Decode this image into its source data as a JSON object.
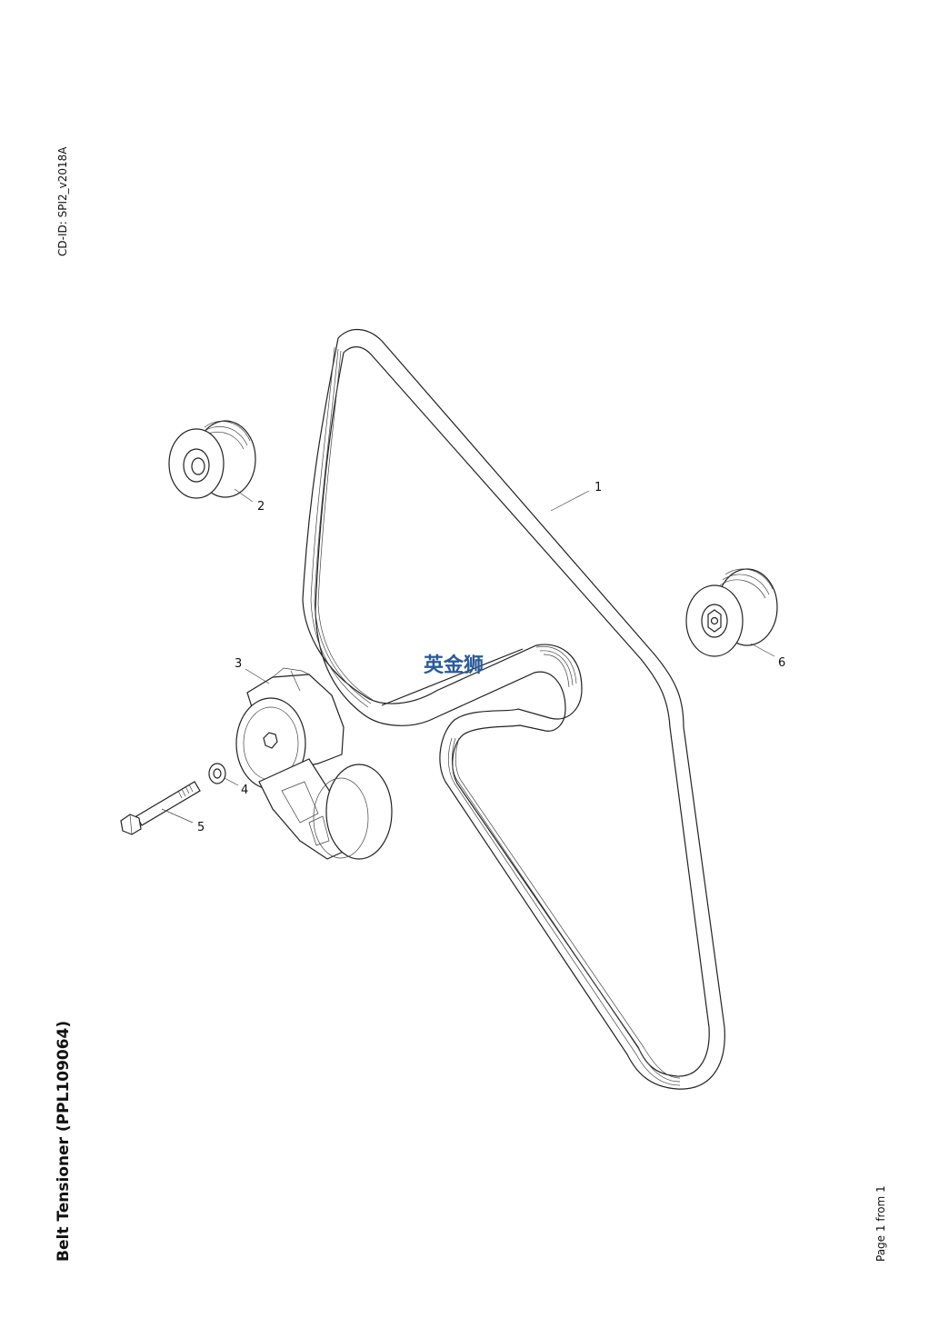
{
  "header": {
    "cd_id": "CD-ID: SPI2_v2018A"
  },
  "title": "Belt Tensioner (PPL109064)",
  "footer": {
    "page": "Page 1 from 1"
  },
  "watermark": "英金狮",
  "callouts": [
    {
      "number": "1",
      "part": "drive-belt"
    },
    {
      "number": "2",
      "part": "idler-pulley"
    },
    {
      "number": "3",
      "part": "belt-tensioner-assembly"
    },
    {
      "number": "4",
      "part": "washer"
    },
    {
      "number": "5",
      "part": "bolt"
    },
    {
      "number": "6",
      "part": "idler-pulley"
    }
  ],
  "colors": {
    "line": "#222222",
    "watermark": "#2a5a9a"
  }
}
